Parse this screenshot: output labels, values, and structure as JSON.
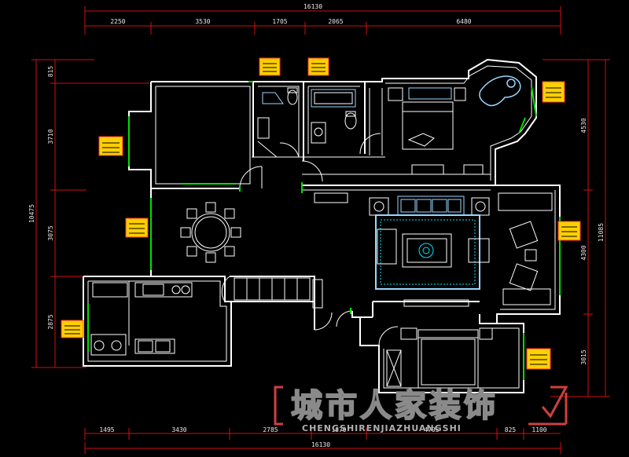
{
  "dimensions": {
    "top_total": "16130",
    "top_segments": [
      "2250",
      "3530",
      "1705",
      "2065",
      "6480"
    ],
    "bottom_total": "16130",
    "bottom_segments": [
      "1495",
      "3430",
      "2785",
      "1870",
      "4795",
      "825",
      "1100"
    ],
    "left_total": "10475",
    "left_segments": [
      "815",
      "3710",
      "3075",
      "2875"
    ],
    "right_total": "11085",
    "right_segments": [
      "4530",
      "4300",
      "3015"
    ]
  },
  "watermark": {
    "chinese": "城市人家装饰",
    "pinyin": "CHENGSHIRENJIAZHUANGSHI"
  },
  "colors": {
    "wall": "#ffffff",
    "dimension_line": "#d01010",
    "dimension_text": "#e8e8e8",
    "furniture": "#00e5ff",
    "furniture_light": "#9ad7ff",
    "fixture": "#e8e8e8",
    "window": "#00e000",
    "tag_fill": "#ffd000",
    "tag_border": "#ff3030",
    "watermark_mark": "#d04040"
  }
}
